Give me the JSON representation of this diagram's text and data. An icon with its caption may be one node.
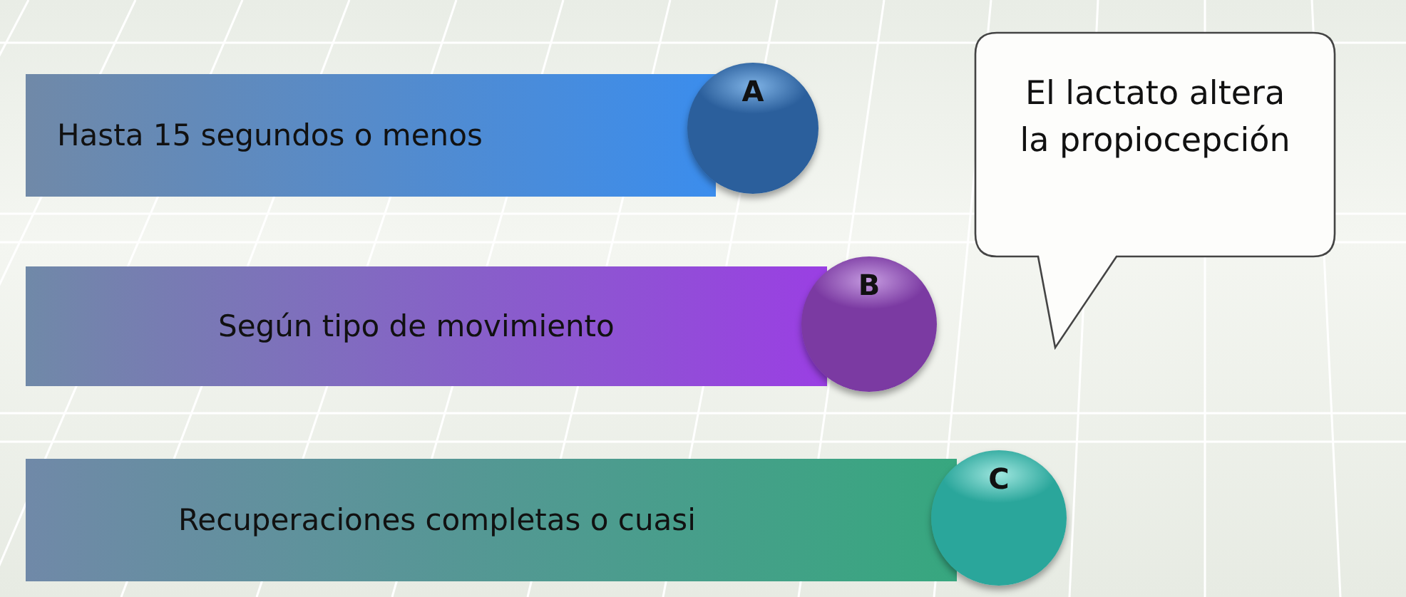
{
  "diagram": {
    "nodes": [
      {
        "text": [
          "Hasta 15 segundos o menos"
        ]
      },
      {
        "text": [
          "A"
        ]
      },
      {
        "text": [
          "El lactato altera la propiocepción"
        ]
      },
      {
        "text": [
          "Según tipo de movimiento"
        ]
      },
      {
        "text": [
          "B"
        ]
      },
      {
        "text": [
          "Recuperaciones completas o cuasi"
        ]
      },
      {
        "text": [
          "C"
        ]
      }
    ]
  }
}
